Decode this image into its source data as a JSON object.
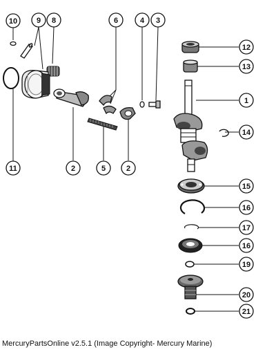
{
  "caption": "MercuryPartsOnline v2.5.1 (Image Copyright- Mercury Marine)",
  "callouts": {
    "c10": "10",
    "c9": "9",
    "c8": "8",
    "c6": "6",
    "c4": "4",
    "c3": "3",
    "c12": "12",
    "c13": "13",
    "c1": "1",
    "c14": "14",
    "c11": "11",
    "c2a": "2",
    "c5": "5",
    "c2b": "2",
    "c15": "15",
    "c16a": "16",
    "c17": "17",
    "c16b": "16",
    "c19": "19",
    "c20": "20",
    "c21": "21"
  },
  "colors": {
    "ink": "#111111",
    "background": "#ffffff",
    "metal": "#9a9a9a",
    "dark": "#333333"
  }
}
